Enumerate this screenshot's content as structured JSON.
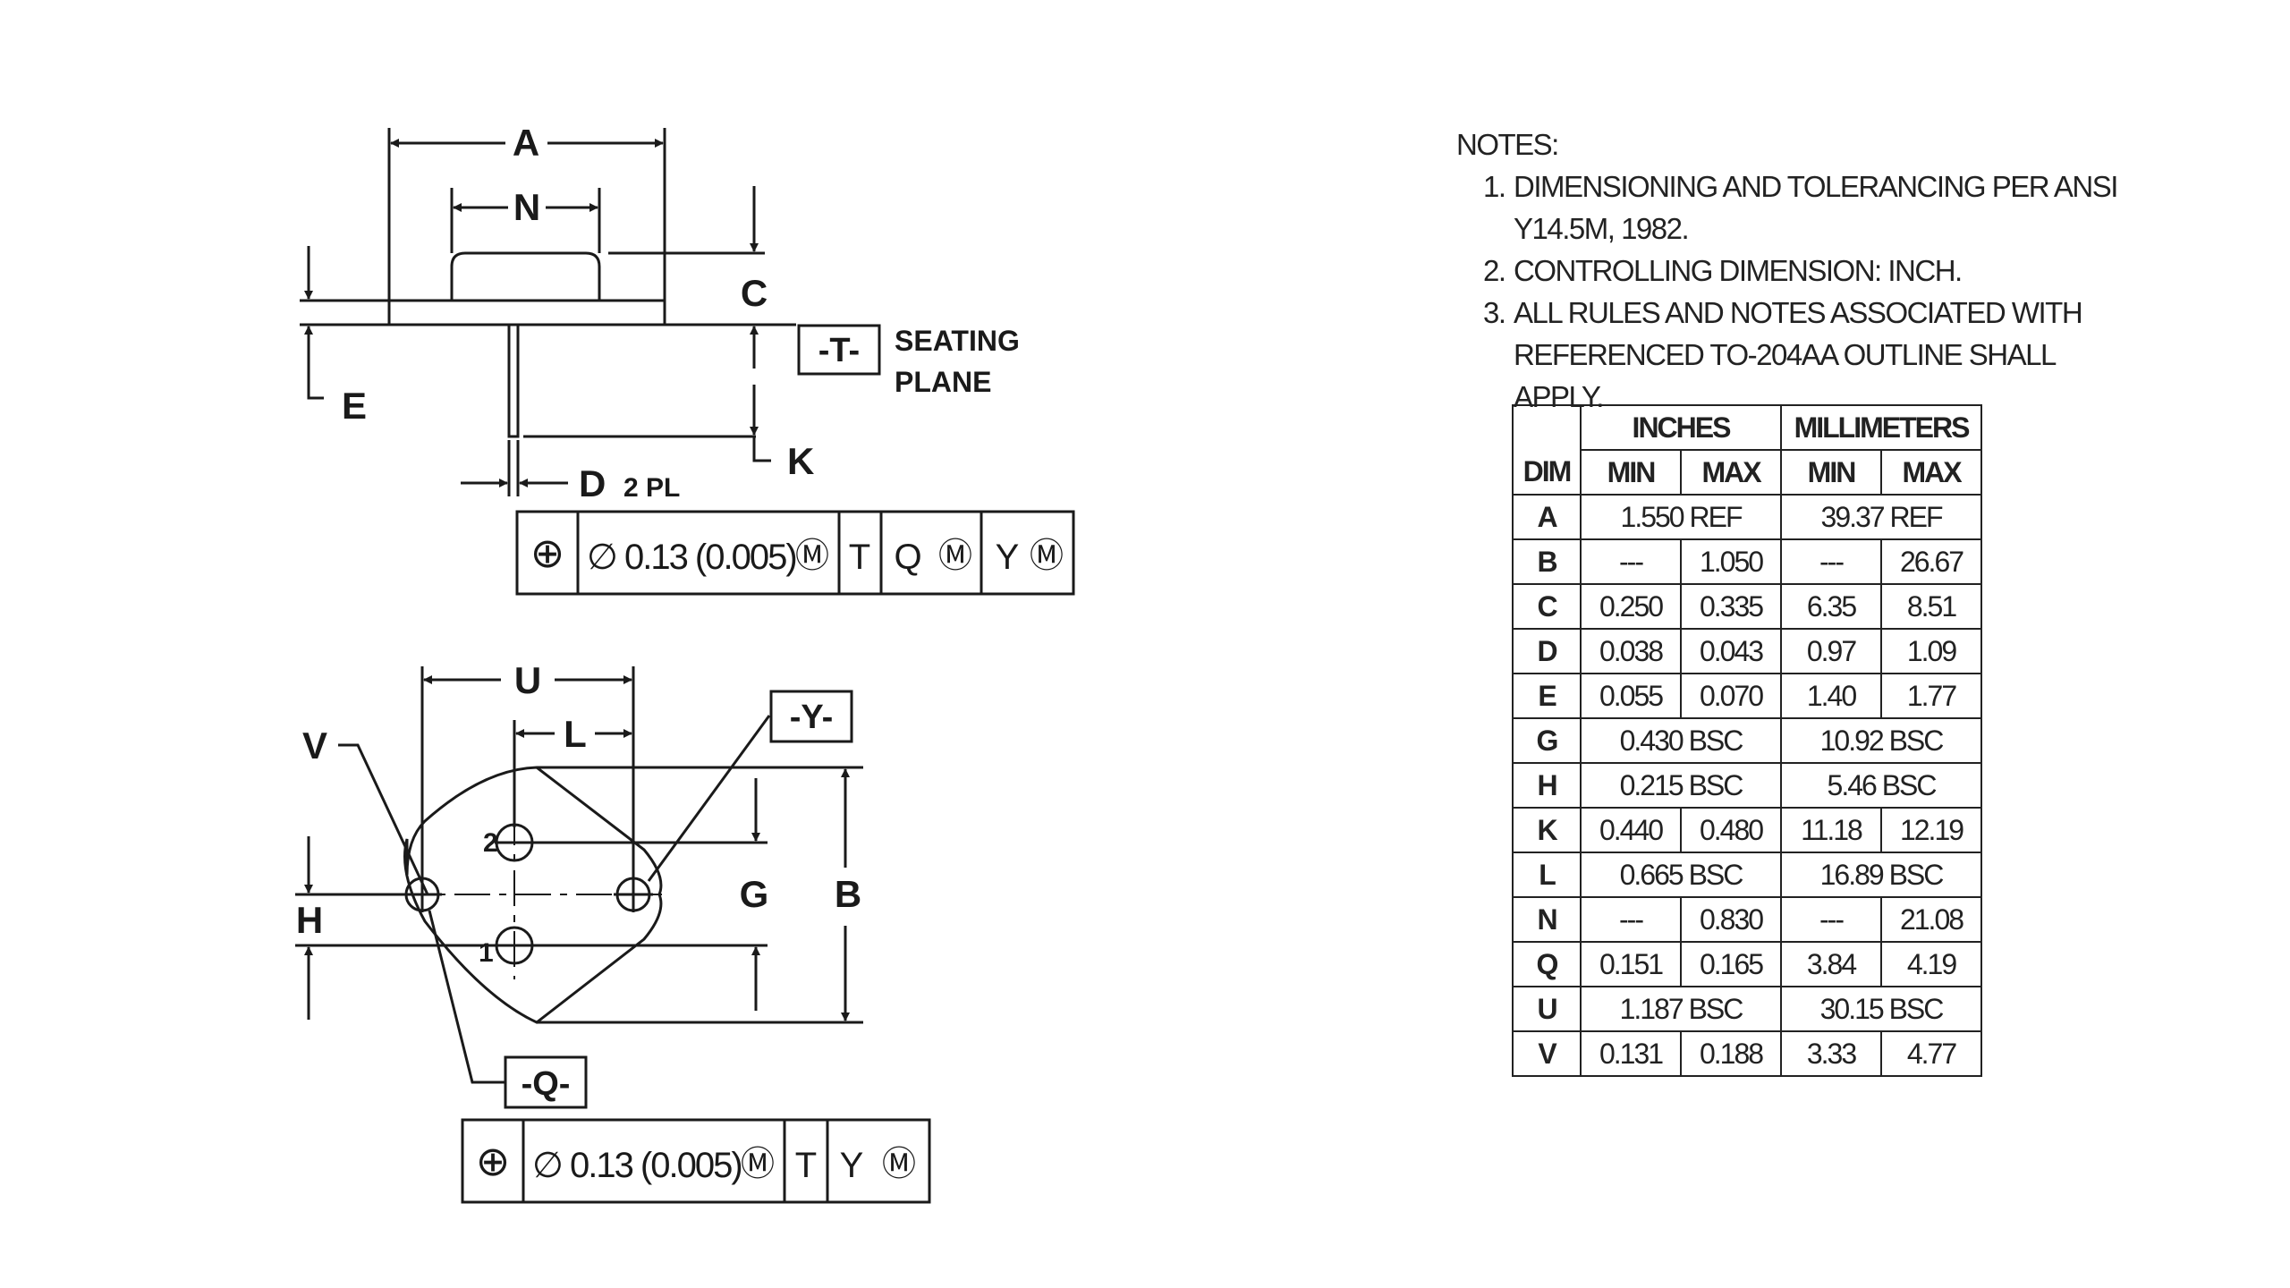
{
  "side_view": {
    "labels": {
      "a": "A",
      "n": "N",
      "c": "C",
      "e": "E",
      "k": "K",
      "d": "D",
      "d_note": "2 PL",
      "datum_t": "-T-",
      "seating": "SEATING",
      "plane": "PLANE"
    },
    "tolerance_frame": {
      "position_symbol": "⊕",
      "value": "∅ 0.13 (0.005)",
      "modifier": "Ⓜ",
      "datum1": "T",
      "datum2": "Q",
      "datum2_mod": "Ⓜ",
      "datum3": "Y",
      "datum3_mod": "Ⓜ"
    }
  },
  "top_view": {
    "labels": {
      "u": "U",
      "l": "L",
      "v": "V",
      "h": "H",
      "g": "G",
      "b": "B",
      "pin1": "1",
      "pin2": "2",
      "datum_y": "-Y-",
      "datum_q": "-Q-"
    },
    "tolerance_frame": {
      "position_symbol": "⊕",
      "value": "∅ 0.13 (0.005)",
      "modifier": "Ⓜ",
      "datum1": "T",
      "datum2": "Y",
      "datum2_mod": "Ⓜ"
    }
  },
  "notes": {
    "heading": "NOTES:",
    "items": [
      {
        "num": "1.",
        "line1": "DIMENSIONING AND TOLERANCING PER ANSI",
        "line2": "Y14.5M, 1982."
      },
      {
        "num": "2.",
        "line1": "CONTROLLING DIMENSION: INCH.",
        "line2": ""
      },
      {
        "num": "3.",
        "line1": "ALL RULES AND NOTES ASSOCIATED WITH",
        "line2": "REFERENCED TO-204AA OUTLINE SHALL APPLY."
      }
    ]
  },
  "table": {
    "group_inches": "INCHES",
    "group_mm": "MILLIMETERS",
    "col_dim": "DIM",
    "col_min": "MIN",
    "col_max": "MAX",
    "rows": [
      {
        "dim": "A",
        "in_ref": "1.550 REF",
        "mm_ref": "39.37 REF"
      },
      {
        "dim": "B",
        "in_min": "---",
        "in_max": "1.050",
        "mm_min": "---",
        "mm_max": "26.67"
      },
      {
        "dim": "C",
        "in_min": "0.250",
        "in_max": "0.335",
        "mm_min": "6.35",
        "mm_max": "8.51"
      },
      {
        "dim": "D",
        "in_min": "0.038",
        "in_max": "0.043",
        "mm_min": "0.97",
        "mm_max": "1.09"
      },
      {
        "dim": "E",
        "in_min": "0.055",
        "in_max": "0.070",
        "mm_min": "1.40",
        "mm_max": "1.77"
      },
      {
        "dim": "G",
        "in_ref": "0.430 BSC",
        "mm_ref": "10.92 BSC"
      },
      {
        "dim": "H",
        "in_ref": "0.215 BSC",
        "mm_ref": "5.46 BSC"
      },
      {
        "dim": "K",
        "in_min": "0.440",
        "in_max": "0.480",
        "mm_min": "11.18",
        "mm_max": "12.19"
      },
      {
        "dim": "L",
        "in_ref": "0.665 BSC",
        "mm_ref": "16.89 BSC"
      },
      {
        "dim": "N",
        "in_min": "---",
        "in_max": "0.830",
        "mm_min": "---",
        "mm_max": "21.08"
      },
      {
        "dim": "Q",
        "in_min": "0.151",
        "in_max": "0.165",
        "mm_min": "3.84",
        "mm_max": "4.19"
      },
      {
        "dim": "U",
        "in_ref": "1.187 BSC",
        "mm_ref": "30.15 BSC"
      },
      {
        "dim": "V",
        "in_min": "0.131",
        "in_max": "0.188",
        "mm_min": "3.33",
        "mm_max": "4.77"
      }
    ]
  }
}
